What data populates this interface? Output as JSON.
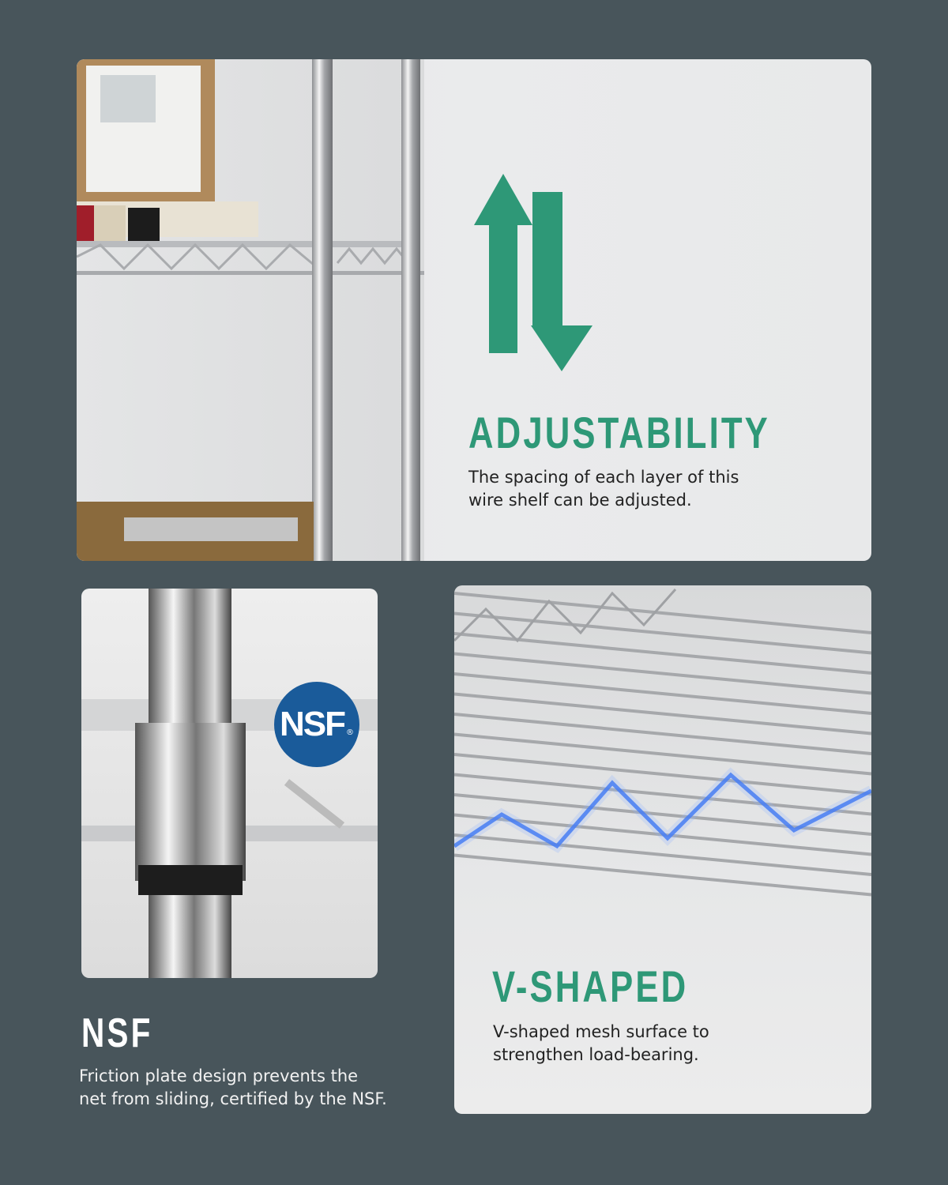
{
  "colors": {
    "background": "#48555b",
    "accent_green": "#2e9877",
    "nsf_blue": "#1a5b9a",
    "highlight_blue": "#2f6cf0"
  },
  "adjustability": {
    "title": "ADJUSTABILITY",
    "description_line1": "The spacing of each layer of  this",
    "description_line2": "wire shelf can be adjusted.",
    "icon": "up-down-arrows-icon"
  },
  "nsf": {
    "badge_text": "NSF",
    "badge_mark": "®",
    "title": "NSF",
    "description_line1": "Friction plate design prevents the",
    "description_line2": "net from sliding, certified by the NSF."
  },
  "v_shaped": {
    "title": "V-SHAPED",
    "description_line1": "V-shaped mesh surface to",
    "description_line2": "strengthen load-bearing."
  }
}
